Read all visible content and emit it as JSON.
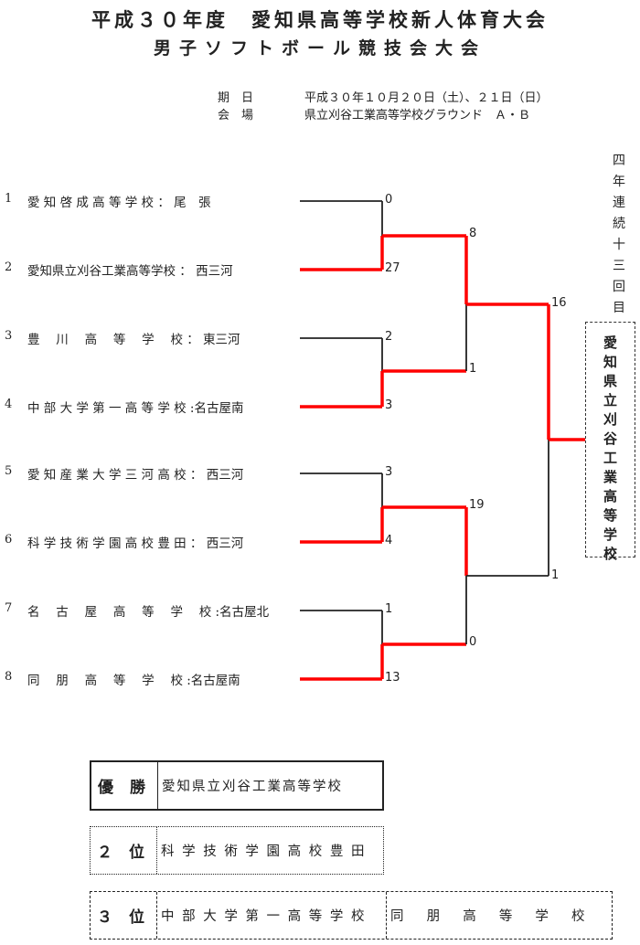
{
  "title": "平成３０年度　愛知県高等学校新人体育大会",
  "subtitle": "男子ソフトボール競技会大会",
  "meta": {
    "date_label": "期　日",
    "date": "平成３０年１０月２０日（土）、２１日（日）",
    "venue_label": "会　場",
    "venue": "県立刈谷工業高等学校グラウンド　Ａ・Ｂ"
  },
  "teams": [
    {
      "no": "1",
      "name": "愛 知 啓 成 高 等 学 校 ： 尾　張"
    },
    {
      "no": "2",
      "name": "愛知県立刈谷工業高等学校 ： 西三河"
    },
    {
      "no": "3",
      "name": "豊　 川　 高　 等　 学　 校 ： 東三河"
    },
    {
      "no": "4",
      "name": "中 部 大 学 第 一 高 等 学 校 :名古屋南"
    },
    {
      "no": "5",
      "name": "愛 知 産 業 大 学 三 河 高 校 ： 西三河"
    },
    {
      "no": "6",
      "name": "科 学 技 術 学 園 高 校 豊 田 ： 西三河"
    },
    {
      "no": "7",
      "name": "名　 古　 屋　 高　 等　 学　 校 :名古屋北"
    },
    {
      "no": "8",
      "name": "同　 朋　 高　 等　 学　 校 :名古屋南"
    }
  ],
  "scores": {
    "r1": [
      "0",
      "27",
      "2",
      "3",
      "3",
      "4",
      "1",
      "13"
    ],
    "r2": [
      "8",
      "1",
      "19",
      "0"
    ],
    "r3": [
      "16",
      "1"
    ]
  },
  "note": "四年連続十三回目",
  "champion_box": "愛知県立刈谷工業高等学校",
  "results": {
    "first_label": "優 勝",
    "first": "愛知県立刈谷工業高等学校",
    "second_label": "２ 位",
    "second": "科 学 技 術 学 園 高 校 豊 田",
    "third_label": "３ 位",
    "third_a": "中 部 大 学 第 一 高 等 学 校",
    "third_b": "同　 朋　 高　 等　 学　 校"
  },
  "colors": {
    "win": "#ff0000",
    "line": "#222222"
  }
}
